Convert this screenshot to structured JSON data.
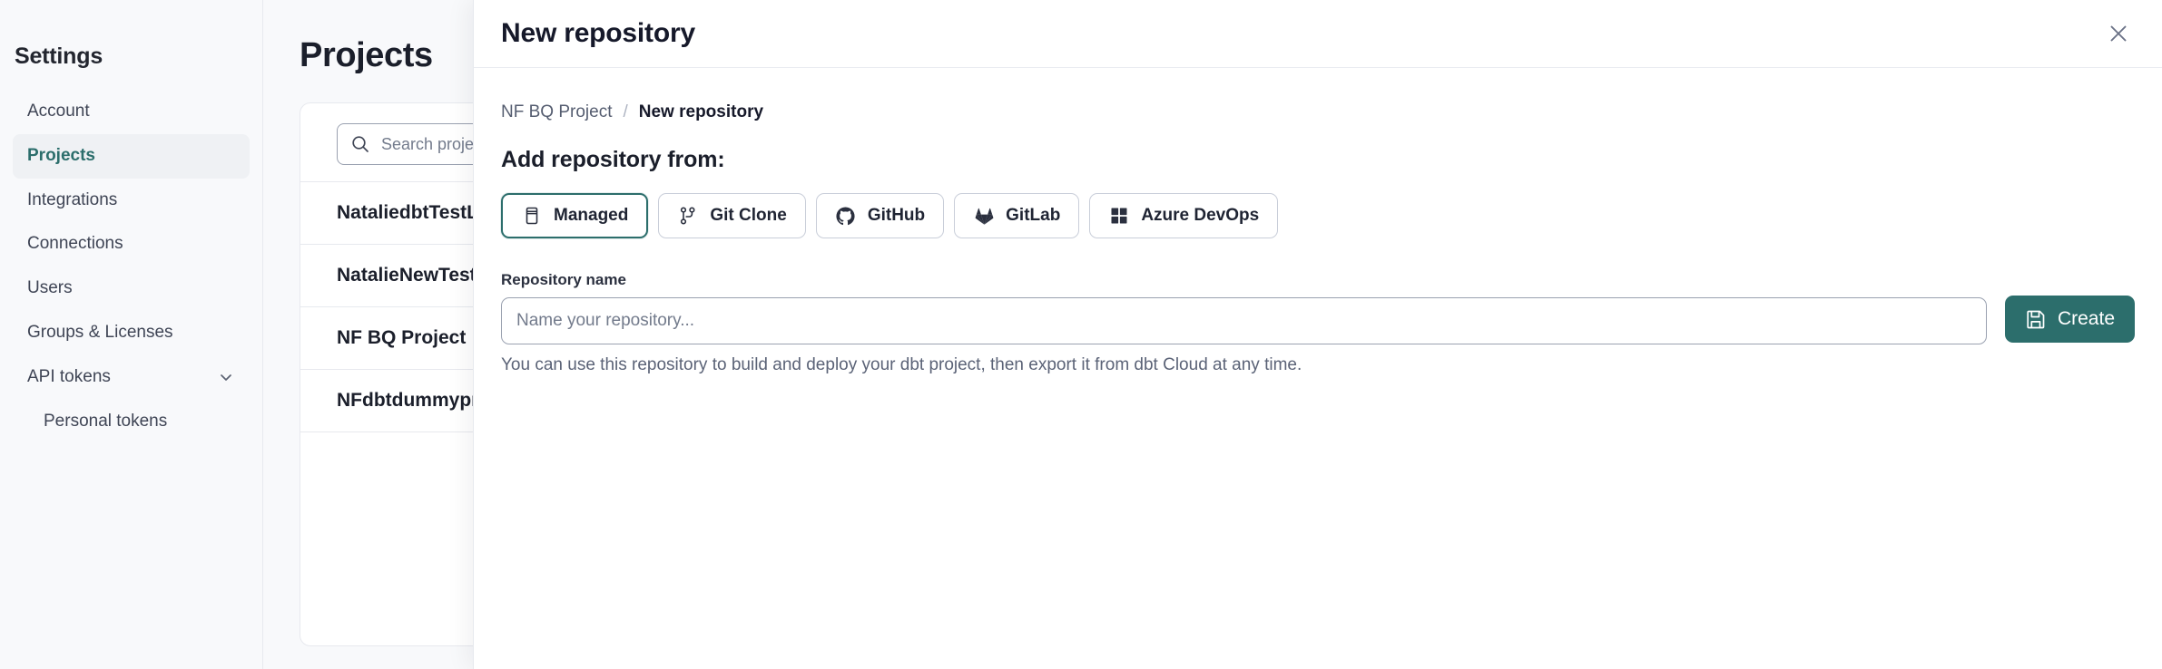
{
  "sidebar": {
    "title": "Settings",
    "items": [
      {
        "label": "Account",
        "active": false,
        "sub": false,
        "icon": null
      },
      {
        "label": "Projects",
        "active": true,
        "sub": false,
        "icon": null
      },
      {
        "label": "Integrations",
        "active": false,
        "sub": false,
        "icon": null
      },
      {
        "label": "Connections",
        "active": false,
        "sub": false,
        "icon": null
      },
      {
        "label": "Users",
        "active": false,
        "sub": false,
        "icon": null
      },
      {
        "label": "Groups & Licenses",
        "active": false,
        "sub": false,
        "icon": null
      },
      {
        "label": "API tokens",
        "active": false,
        "sub": false,
        "icon": "chevron-down-icon"
      },
      {
        "label": "Personal tokens",
        "active": false,
        "sub": true,
        "icon": null
      }
    ]
  },
  "main": {
    "title": "Projects",
    "search": {
      "placeholder": "Search projects by name...",
      "icon": "search-icon"
    },
    "projects": [
      {
        "name": "NataliedbtTestLearn T"
      },
      {
        "name": "NatalieNewTest"
      },
      {
        "name": "NF BQ Project"
      },
      {
        "name": "NFdbtdummyproject"
      }
    ]
  },
  "drawer": {
    "title": "New repository",
    "close_icon": "close-icon",
    "breadcrumb": {
      "parent": "NF BQ Project",
      "separator": "/",
      "current": "New repository"
    },
    "section_title": "Add repository from:",
    "sources": [
      {
        "label": "Managed",
        "icon": "managed-repo-icon",
        "selected": true
      },
      {
        "label": "Git Clone",
        "icon": "git-clone-icon",
        "selected": false
      },
      {
        "label": "GitHub",
        "icon": "github-icon",
        "selected": false
      },
      {
        "label": "GitLab",
        "icon": "gitlab-icon",
        "selected": false
      },
      {
        "label": "Azure DevOps",
        "icon": "azure-devops-icon",
        "selected": false
      }
    ],
    "repository_name": {
      "label": "Repository name",
      "placeholder": "Name your repository...",
      "value": ""
    },
    "help_text": "You can use this repository to build and deploy your dbt project, then export it from dbt Cloud at any time.",
    "create_button": {
      "label": "Create",
      "icon": "save-icon"
    }
  },
  "colors": {
    "accent": "#2c6e6c",
    "text": "#1b1f2b",
    "muted": "#5b6377",
    "border": "#e7e9ee",
    "surface": "#ffffff",
    "page_bg": "#f8f9fb"
  }
}
